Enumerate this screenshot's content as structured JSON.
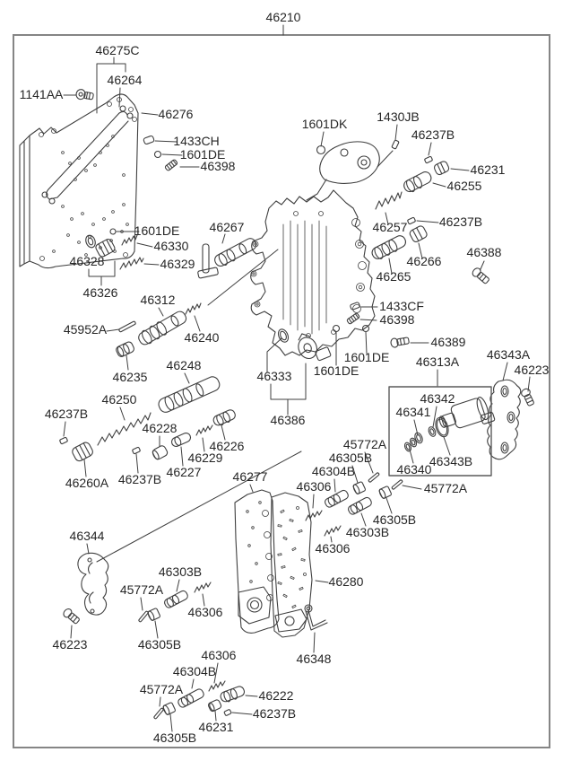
{
  "colors": {
    "line": "#3f3f3f",
    "label": "#262626",
    "border": "#858585",
    "background": "#ffffff"
  },
  "labels": [
    {
      "text": "46210"
    },
    {
      "text": "46275C"
    },
    {
      "text": "46264"
    },
    {
      "text": "1141AA"
    },
    {
      "text": "46276"
    },
    {
      "text": "1433CH"
    },
    {
      "text": "1601DE"
    },
    {
      "text": "46398"
    },
    {
      "text": "1601DK"
    },
    {
      "text": "1430JB"
    },
    {
      "text": "46237B"
    },
    {
      "text": "46231"
    },
    {
      "text": "46255"
    },
    {
      "text": "1601DE"
    },
    {
      "text": "46330"
    },
    {
      "text": "46329"
    },
    {
      "text": "46328"
    },
    {
      "text": "46326"
    },
    {
      "text": "46267"
    },
    {
      "text": "46257"
    },
    {
      "text": "46237B"
    },
    {
      "text": "46266"
    },
    {
      "text": "46265"
    },
    {
      "text": "46388"
    },
    {
      "text": "46312"
    },
    {
      "text": "45952A"
    },
    {
      "text": "46240"
    },
    {
      "text": "46248"
    },
    {
      "text": "46235"
    },
    {
      "text": "1433CF"
    },
    {
      "text": "46398"
    },
    {
      "text": "46389"
    },
    {
      "text": "1601DE"
    },
    {
      "text": "1601DE"
    },
    {
      "text": "46333"
    },
    {
      "text": "46386"
    },
    {
      "text": "46313A"
    },
    {
      "text": "46343A"
    },
    {
      "text": "46223"
    },
    {
      "text": "46250"
    },
    {
      "text": "46237B"
    },
    {
      "text": "46228"
    },
    {
      "text": "46226"
    },
    {
      "text": "46229"
    },
    {
      "text": "46227"
    },
    {
      "text": "46237B"
    },
    {
      "text": "46260A"
    },
    {
      "text": "46342"
    },
    {
      "text": "46341"
    },
    {
      "text": "46343B"
    },
    {
      "text": "46340"
    },
    {
      "text": "45772A"
    },
    {
      "text": "46305B"
    },
    {
      "text": "46304B"
    },
    {
      "text": "46306"
    },
    {
      "text": "45772A"
    },
    {
      "text": "46305B"
    },
    {
      "text": "46303B"
    },
    {
      "text": "46306"
    },
    {
      "text": "46277"
    },
    {
      "text": "46344"
    },
    {
      "text": "46303B"
    },
    {
      "text": "45772A"
    },
    {
      "text": "46306"
    },
    {
      "text": "46223"
    },
    {
      "text": "46305B"
    },
    {
      "text": "46306"
    },
    {
      "text": "46304B"
    },
    {
      "text": "45772A"
    },
    {
      "text": "46222"
    },
    {
      "text": "46237B"
    },
    {
      "text": "46231"
    },
    {
      "text": "46305B"
    },
    {
      "text": "46280"
    },
    {
      "text": "46348"
    }
  ]
}
